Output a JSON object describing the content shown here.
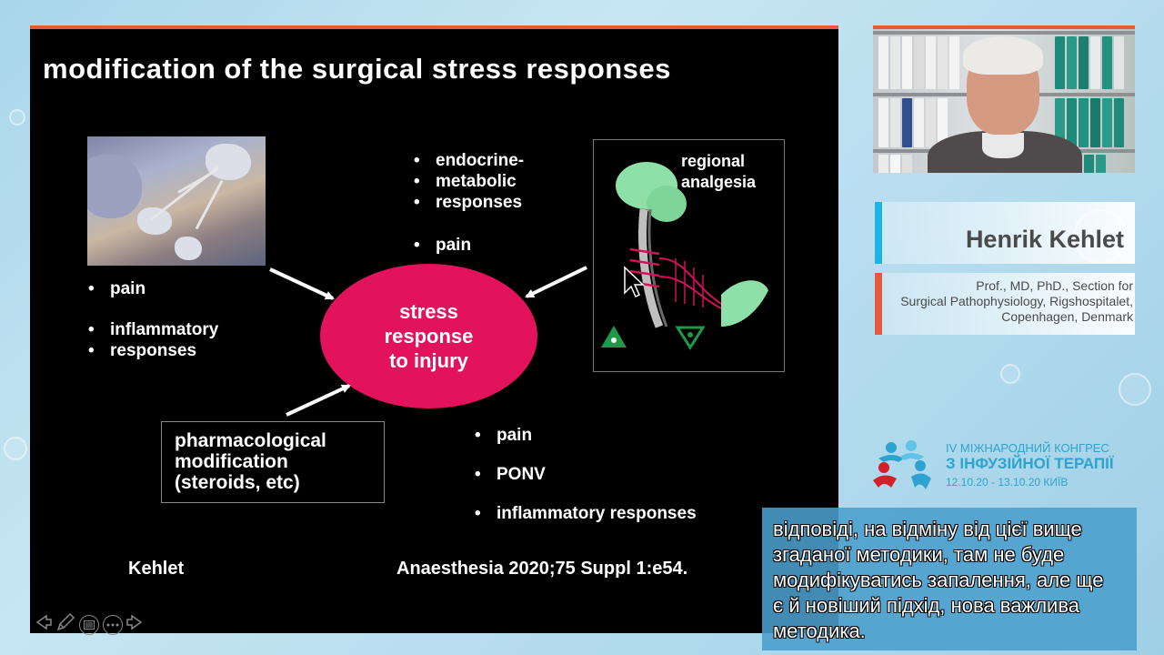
{
  "slide": {
    "title": "modification of the surgical stress responses",
    "left_bullets": [
      "pain",
      "inflammatory",
      "responses"
    ],
    "top_bullets": [
      "endocrine-",
      "metabolic",
      "responses",
      "pain"
    ],
    "ellipse_lines": [
      "stress",
      "response",
      "to injury"
    ],
    "pharm_lines": [
      "pharmacological",
      "modification",
      "(steroids, etc)"
    ],
    "analgesia_lines": [
      "regional",
      "analgesia"
    ],
    "bottom_bullets": [
      "pain",
      "PONV",
      "inflammatory responses"
    ],
    "footer_author": "Kehlet",
    "footer_reference": "Anaesthesia 2020;75 Suppl 1:e54."
  },
  "speaker": {
    "name": "Henrik Kehlet",
    "bio_lines": [
      "Prof., MD, PhD., Section for",
      "Surgical Pathophysiology, Rigshospitalet,",
      "Copenhagen, Denmark"
    ]
  },
  "congress": {
    "line1": "IV МІЖНАРОДНИЙ КОНГРЕС",
    "line2": "З ІНФУЗІЙНОЇ ТЕРАПІЇ",
    "dates": "12.10.20 - 13.10.20 КИЇВ"
  },
  "subtitle": {
    "lines": [
      "відповіді, на відміну від цієї вище",
      "згаданої методики, там не буде",
      "модифікуватись запалення, але ще",
      "є й новіший підхід, нова важлива",
      "методика."
    ]
  },
  "colors": {
    "accent_orange": "#e55a3a",
    "accent_blue": "#1db4e3",
    "ellipse": "#e2135c",
    "slide_background": "#000000"
  }
}
